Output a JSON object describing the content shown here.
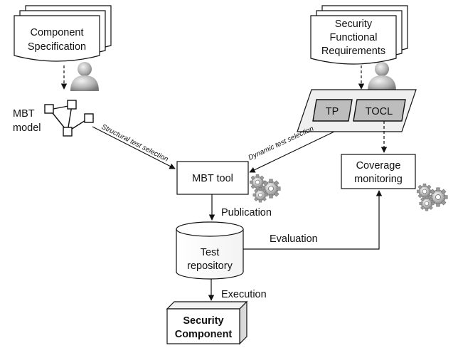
{
  "nodes": {
    "component_spec": [
      "Component",
      "Specification"
    ],
    "security_reqs": [
      "Security",
      "Functional",
      "Requirements"
    ],
    "mbt_model": [
      "MBT",
      "model"
    ],
    "tp": "TP",
    "tocl": "TOCL",
    "mbt_tool": "MBT tool",
    "coverage": [
      "Coverage",
      "monitoring"
    ],
    "test_repo": [
      "Test",
      "repository"
    ],
    "security_component": [
      "Security",
      "Component"
    ]
  },
  "edges": {
    "structural": "Structural test selection",
    "dynamic": "Dynamic test selection",
    "publication": "Publication",
    "evaluation": "Evaluation",
    "execution": "Execution"
  }
}
